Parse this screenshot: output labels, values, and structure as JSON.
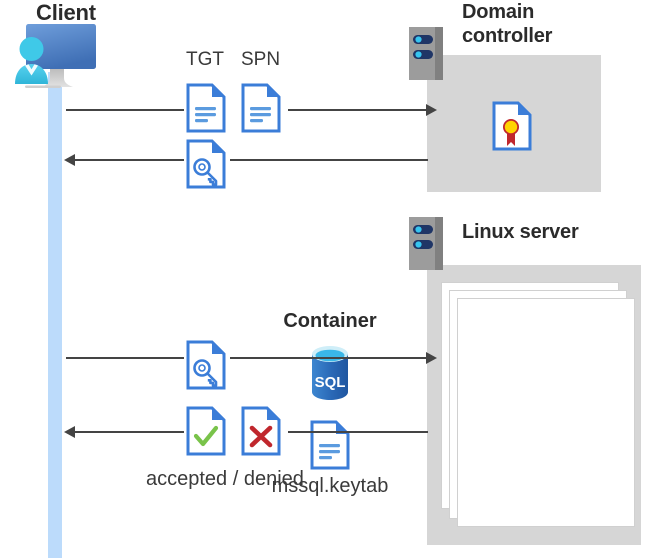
{
  "diagram": {
    "title_client": "Client",
    "title_domain_controller": "Domain\ncontroller",
    "title_linux_server": "Linux server",
    "title_container": "Container",
    "label_tgt": "TGT",
    "label_spn": "SPN",
    "label_accepted_denied": "accepted / denied",
    "label_keytab_file": "mssql.keytab",
    "sql_icon_text": "SQL"
  },
  "icons": {
    "client": "client-workstation-icon",
    "server_rack": "server-rack-icon",
    "document_tgt": "document-icon",
    "document_spn": "document-icon",
    "ticket_key": "key-document-icon",
    "certificate": "certificate-document-icon",
    "accepted": "check-document-icon",
    "denied": "cross-document-icon",
    "database": "sql-database-icon",
    "keytab": "document-icon"
  },
  "arrows": [
    {
      "name": "client-to-domain-controller",
      "direction": "right",
      "row": 1
    },
    {
      "name": "domain-controller-to-client",
      "direction": "left",
      "row": 2
    },
    {
      "name": "client-to-linux-server",
      "direction": "right",
      "row": 3
    },
    {
      "name": "linux-server-to-client",
      "direction": "left",
      "row": 4
    }
  ],
  "colors": {
    "lifeline": "#bcdbfb",
    "server_box": "#d6d6d6",
    "doc_border": "#3b7dd8",
    "doc_fold": "#3b7dd8",
    "arrow": "#444444",
    "accent_monitor": "#4a7fc1",
    "accent_person": "#3fc3e8",
    "check_green": "#79c34a",
    "cross_red": "#c0272d",
    "cert_gold": "#ffd400",
    "cert_ribbon": "#c0272d",
    "sql_blue": "#2b6cb8",
    "rack_gray": "#9a9a9a",
    "rack_pill": "#1f3566",
    "rack_dot": "#36c5f0",
    "text": "#2b2b2b"
  }
}
